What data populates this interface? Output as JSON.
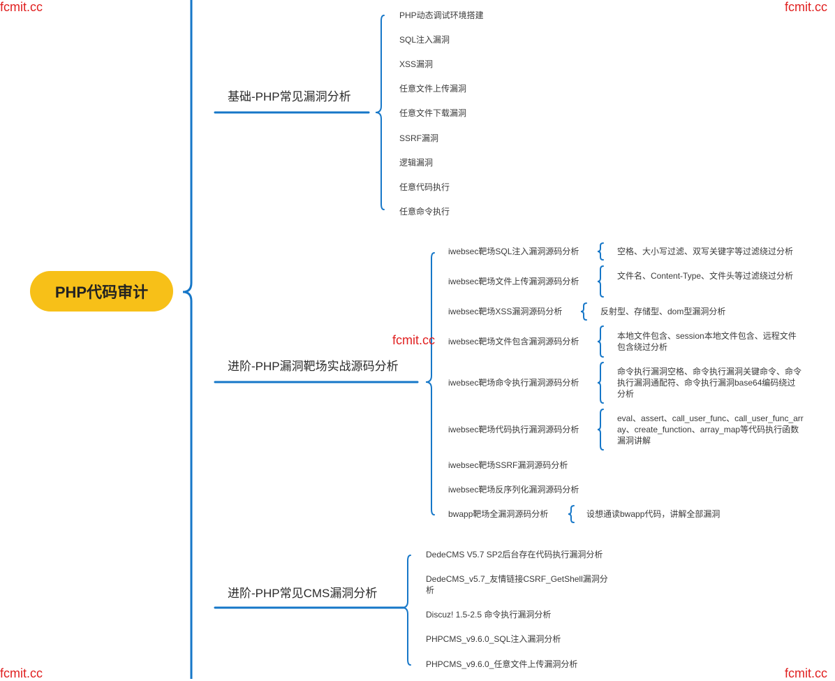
{
  "watermark": "fcmit.cc",
  "root": {
    "label": "PHP代码审计"
  },
  "branches": [
    {
      "label": "基础-PHP常见漏洞分析",
      "children": [
        "PHP动态调试环境搭建",
        "SQL注入漏洞",
        "XSS漏洞",
        "任意文件上传漏洞",
        "任意文件下载漏洞",
        "SSRF漏洞",
        "逻辑漏洞",
        "任意代码执行",
        "任意命令执行"
      ]
    },
    {
      "label": "进阶-PHP漏洞靶场实战源码分析",
      "children": [
        {
          "label": "iwebsec靶场SQL注入漏洞源码分析",
          "detail": "空格、大小写过滤、双写关键字等过滤绕过分析"
        },
        {
          "label": "iwebsec靶场文件上传漏洞源码分析",
          "detail": "文件名、Content-Type、文件头等过滤绕过分析"
        },
        {
          "label": "iwebsec靶场XSS漏洞源码分析",
          "detail": "反射型、存储型、dom型漏洞分析"
        },
        {
          "label": "iwebsec靶场文件包含漏洞源码分析",
          "detail": "本地文件包含、session本地文件包含、远程文件包含绕过分析"
        },
        {
          "label": "iwebsec靶场命令执行漏洞源码分析",
          "detail": "命令执行漏洞空格、命令执行漏洞关键命令、命令执行漏洞通配符、命令执行漏洞base64编码绕过分析"
        },
        {
          "label": "iwebsec靶场代码执行漏洞源码分析",
          "detail": "eval、assert、call_user_func、call_user_func_array、create_function、array_map等代码执行函数漏洞讲解"
        },
        {
          "label": "iwebsec靶场SSRF漏洞源码分析"
        },
        {
          "label": "iwebsec靶场反序列化漏洞源码分析"
        },
        {
          "label": "bwapp靶场全漏洞源码分析",
          "detail": "设想通读bwapp代码，讲解全部漏洞"
        }
      ]
    },
    {
      "label": "进阶-PHP常见CMS漏洞分析",
      "children": [
        "DedeCMS V5.7 SP2后台存在代码执行漏洞分析",
        "DedeCMS_v5.7_友情链接CSRF_GetShell漏洞分析",
        "Discuz! 1.5-2.5 命令执行漏洞分析",
        "PHPCMS_v9.6.0_SQL注入漏洞分析",
        "PHPCMS_v9.6.0_任意文件上传漏洞分析"
      ]
    }
  ],
  "colors": {
    "line": "#1677c8",
    "root": "#f7c018",
    "watermark": "#e02020"
  }
}
